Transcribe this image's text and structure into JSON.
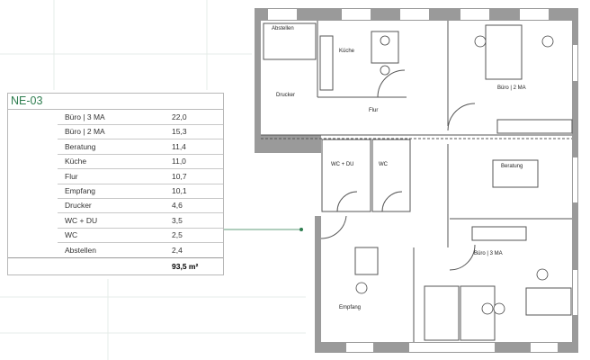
{
  "unit_table": {
    "title": "NE-03",
    "rows": [
      {
        "room": "Büro | 3 MA",
        "area": "22,0"
      },
      {
        "room": "Büro | 2 MA",
        "area": "15,3"
      },
      {
        "room": "Beratung",
        "area": "11,4"
      },
      {
        "room": "Küche",
        "area": "11,0"
      },
      {
        "room": "Flur",
        "area": "10,7"
      },
      {
        "room": "Empfang",
        "area": "10,1"
      },
      {
        "room": "Drucker",
        "area": "4,6"
      },
      {
        "room": "WC + DU",
        "area": "3,5"
      },
      {
        "room": "WC",
        "area": "2,5"
      },
      {
        "room": "Abstellen",
        "area": "2,4"
      }
    ],
    "total": "93,5 m²"
  },
  "plan_labels": {
    "abstellen": "Abstellen",
    "kueche": "Küche",
    "drucker": "Drucker",
    "flur": "Flur",
    "buero2": "Büro | 2 MA",
    "wcdu": "WC + DU",
    "wc": "WC",
    "beratung": "Beratung",
    "buero3": "Büro | 3 MA",
    "empfang": "Empfang"
  },
  "colors": {
    "accent": "#2e7d4f",
    "wall": "#9a9a9a"
  }
}
